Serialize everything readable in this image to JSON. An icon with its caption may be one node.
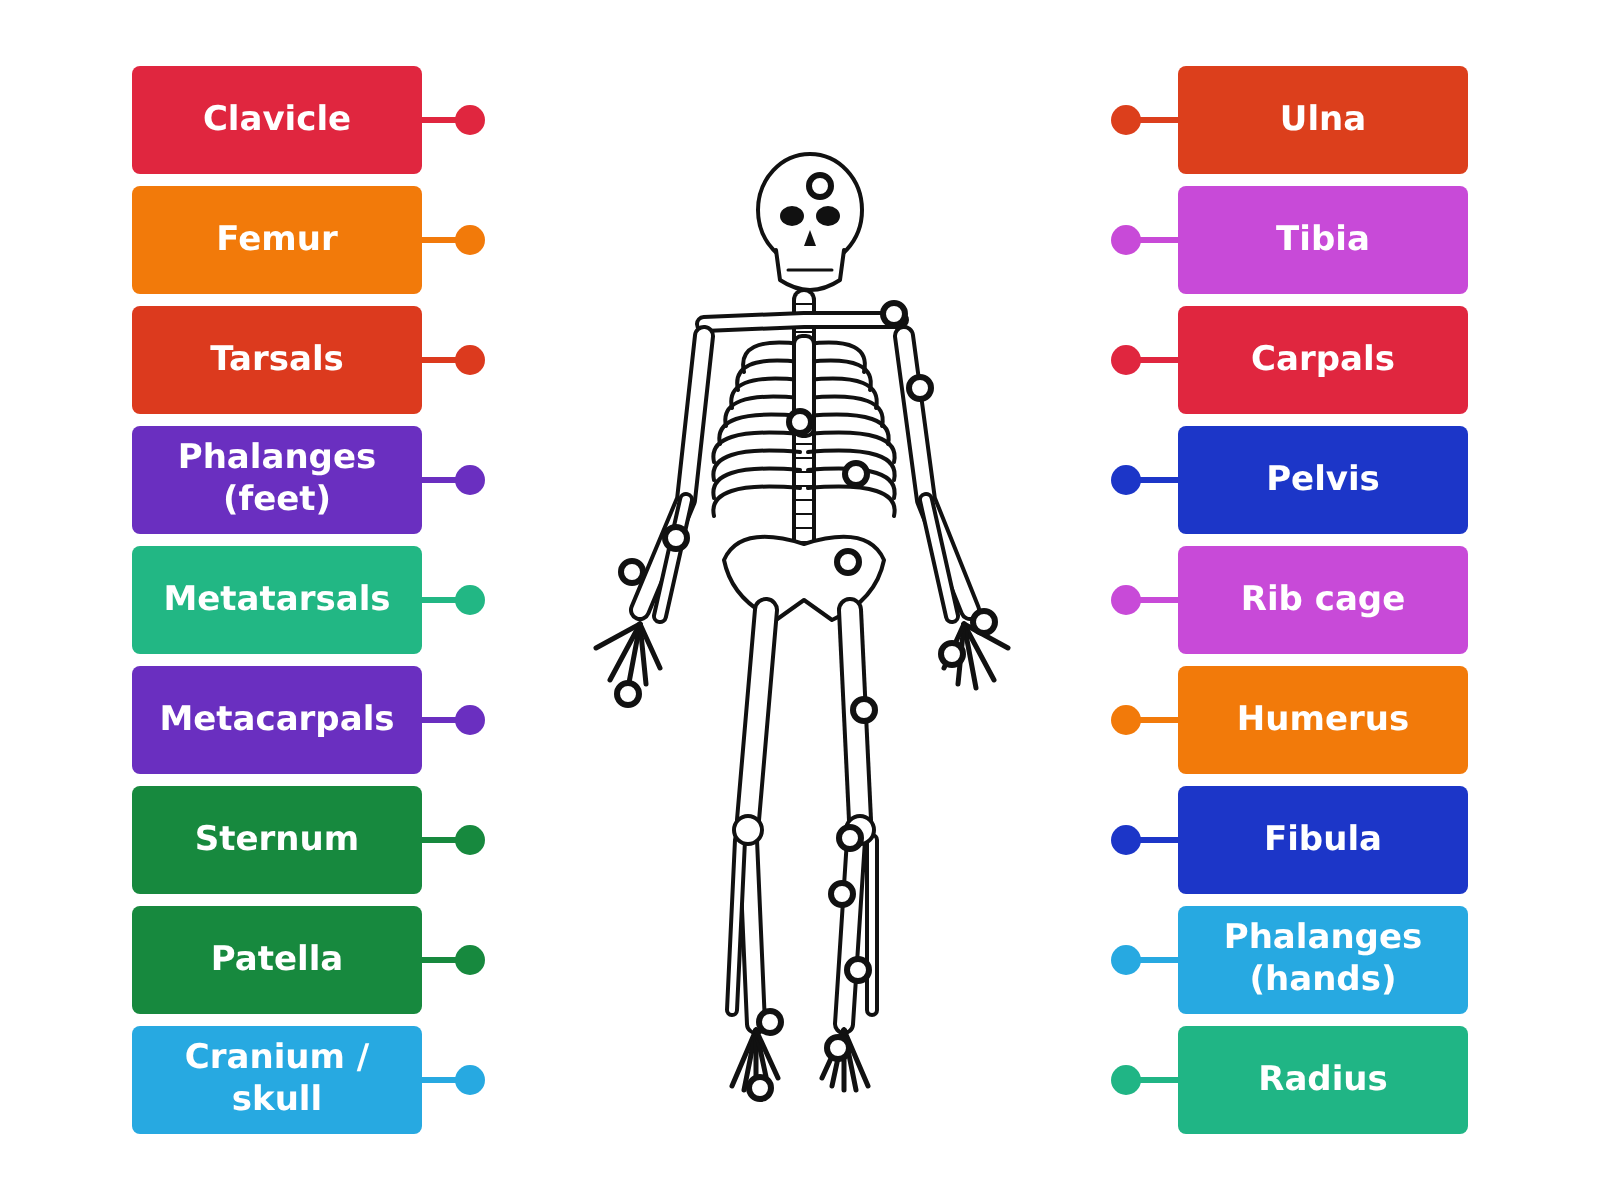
{
  "diagram": {
    "nodes": [
      {
        "text": [
          "Clavicle"
        ]
      },
      {
        "text": [
          "Femur"
        ]
      },
      {
        "text": [
          "Tarsals"
        ]
      },
      {
        "text": [
          "Phalanges (feet)"
        ]
      },
      {
        "text": [
          "Metatarsals"
        ]
      },
      {
        "text": [
          "Metacarpals"
        ]
      },
      {
        "text": [
          "Sternum"
        ]
      },
      {
        "text": [
          "Patella"
        ]
      },
      {
        "text": [
          "Cranium / skull"
        ]
      },
      {
        "text": [
          "Ulna"
        ]
      },
      {
        "text": [
          "Tibia"
        ]
      },
      {
        "text": [
          "Carpals"
        ]
      },
      {
        "text": [
          "Pelvis"
        ]
      },
      {
        "text": [
          "Rib cage"
        ]
      },
      {
        "text": [
          "Humerus"
        ]
      },
      {
        "text": [
          "Fibula"
        ]
      },
      {
        "text": [
          "Phalanges (hands)"
        ]
      },
      {
        "text": [
          "Radius"
        ]
      }
    ]
  }
}
